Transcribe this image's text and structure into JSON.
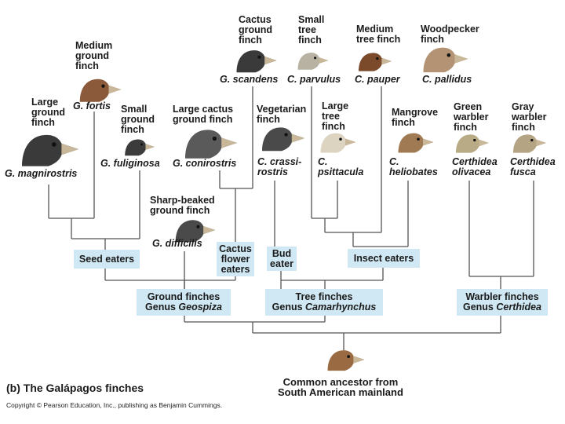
{
  "caption": "(b) The Galápagos finches",
  "copyright": "Copyright © Pearson Education, Inc., publishing as Benjamin Cummings.",
  "ancestor": "Common ancestor from\nSouth American mainland",
  "diet": {
    "seed": "Seed eaters",
    "cactus": "Cactus\nflower\neaters",
    "bud": "Bud\neater",
    "insect": "Insect eaters"
  },
  "genera": {
    "ground": {
      "name": "Ground finches",
      "genus_prefix": "Genus ",
      "genus": "Geospiza"
    },
    "tree": {
      "name": "Tree finches",
      "genus_prefix": "Genus ",
      "genus": "Camarhynchus"
    },
    "warbler": {
      "name": "Warbler finches",
      "genus_prefix": "Genus ",
      "genus": "Certhidea"
    }
  },
  "finches": [
    {
      "key": "magnirostris",
      "common": "Large\nground\nfinch",
      "species": "G. magnirostris"
    },
    {
      "key": "fortis",
      "common": "Medium\nground\nfinch",
      "species": "G. fortis"
    },
    {
      "key": "fuliginosa",
      "common": "Small\nground\nfinch",
      "species": "G. fuliginosa"
    },
    {
      "key": "conirostris",
      "common": "Large cactus\nground finch",
      "species": "G. conirostris"
    },
    {
      "key": "difficilis",
      "common": "Sharp-beaked\nground finch",
      "species": "G. difficilis"
    },
    {
      "key": "scandens",
      "common": "Cactus\nground\nfinch",
      "species": "G. scandens"
    },
    {
      "key": "parvulus",
      "common": "Small\ntree\nfinch",
      "species": "C. parvulus"
    },
    {
      "key": "pauper",
      "common": "Medium\ntree finch",
      "species": "C. pauper"
    },
    {
      "key": "pallidus",
      "common": "Woodpecker\nfinch",
      "species": "C. pallidus"
    },
    {
      "key": "crassirostris",
      "common": "Vegetarian\nfinch",
      "species": "C. crassi-\nrostris"
    },
    {
      "key": "psittacula",
      "common": "Large\ntree\nfinch",
      "species": "C.\npsittacula"
    },
    {
      "key": "heliobates",
      "common": "Mangrove\nfinch",
      "species": "C.\nheliobates"
    },
    {
      "key": "olivacea",
      "common": "Green\nwarbler\nfinch",
      "species": "Certhidea\nolivacea"
    },
    {
      "key": "fusca",
      "common": "Gray\nwarbler\nfinch",
      "species": "Certhidea\nfusca"
    }
  ],
  "colors": {
    "box_fill": "#cfe8f3",
    "line": "#555555"
  },
  "icons": [
    "finch-head-icon"
  ]
}
